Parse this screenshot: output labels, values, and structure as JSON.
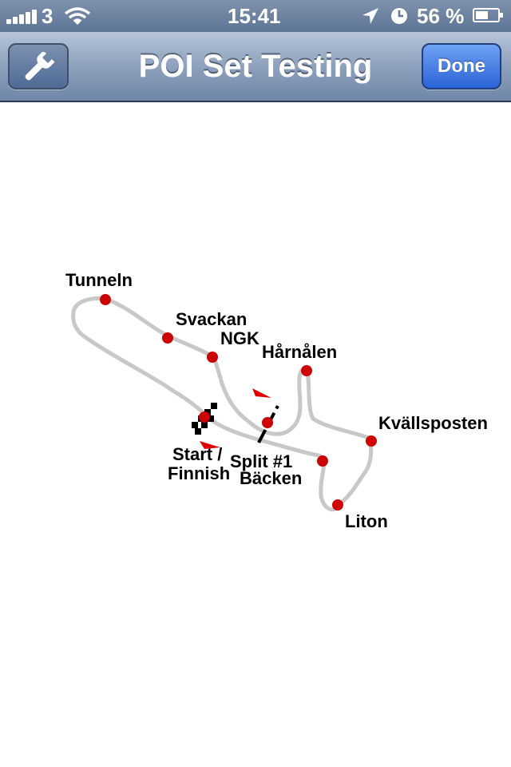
{
  "status_bar": {
    "carrier": "3",
    "time": "15:41",
    "battery_percent": "56 %",
    "battery_level": 0.56,
    "signal_bars": 5,
    "icons": [
      "signal-bars-icon",
      "wifi-icon",
      "location-arrow-icon",
      "alarm-clock-icon",
      "battery-icon"
    ]
  },
  "nav": {
    "title": "POI Set Testing",
    "settings_icon": "wrench-icon",
    "done_label": "Done"
  },
  "map": {
    "track_color": "#c8c8c8",
    "poi_color": "#cc0000",
    "pois": [
      {
        "id": "tunneln",
        "label": "Tunneln"
      },
      {
        "id": "svackan",
        "label": "Svackan"
      },
      {
        "id": "ngk",
        "label": "NGK"
      },
      {
        "id": "harnalen",
        "label": "Hårnålen"
      },
      {
        "id": "kvallsposten",
        "label": "Kvällsposten"
      },
      {
        "id": "backen",
        "label": "Bäcken"
      },
      {
        "id": "liton",
        "label": "Liton"
      },
      {
        "id": "split1",
        "label": "Split #1"
      }
    ],
    "start_finish": {
      "line1": "Start /",
      "line2": "Finnish"
    }
  }
}
